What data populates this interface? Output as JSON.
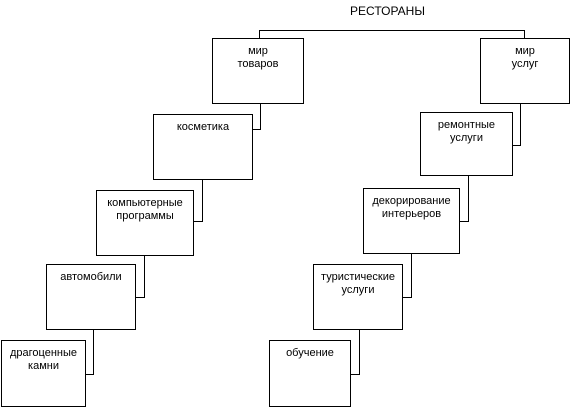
{
  "diagram": {
    "title": "РЕСТОРАНЫ",
    "left_branch": [
      {
        "label": "мир\nтоваров"
      },
      {
        "label": "косметика"
      },
      {
        "label": "компьютерные\nпрограммы"
      },
      {
        "label": "автомобили"
      },
      {
        "label": "драгоценные\nкамни"
      }
    ],
    "right_branch": [
      {
        "label": "мир\nуслуг"
      },
      {
        "label": "ремонтные\nуслуги"
      },
      {
        "label": "декорирование\nинтерьеров"
      },
      {
        "label": "туристические\nуслуги"
      },
      {
        "label": "обучение"
      }
    ]
  }
}
